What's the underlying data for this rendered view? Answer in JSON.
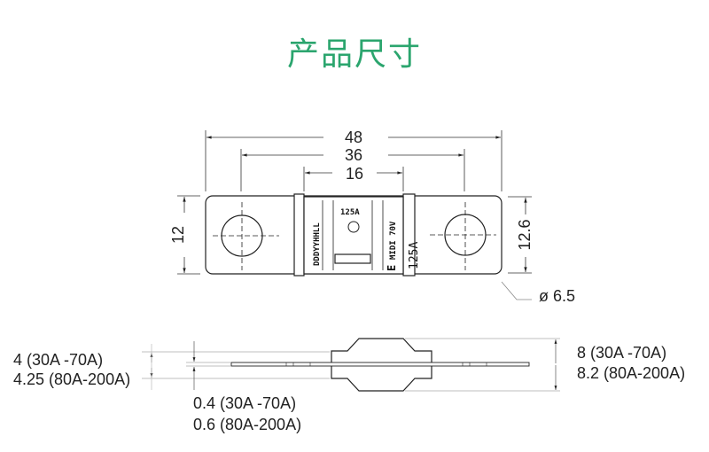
{
  "title": "产品尺寸",
  "top_view": {
    "dim_overall_length": "48",
    "dim_hole_spacing": "36",
    "dim_body_width": "16",
    "dim_height_left": "12",
    "dim_height_right": "12.6",
    "dim_hole_diameter": "ø 6.5",
    "marking_date_code": "DDDYYHHLL",
    "marking_rating_top": "125A",
    "marking_series": "MIDI 70V",
    "marking_logo": "E",
    "marking_rating_collar": "125A"
  },
  "side_view": {
    "dim_body_thickness_a": "4 (30A -70A)",
    "dim_body_thickness_b": "4.25 (80A-200A)",
    "dim_plate_thickness_a": "0.4 (30A -70A)",
    "dim_plate_thickness_b": "0.6 (80A-200A)",
    "dim_total_thickness_a": "8 (30A -70A)",
    "dim_total_thickness_b": "8.2 (80A-200A)"
  }
}
